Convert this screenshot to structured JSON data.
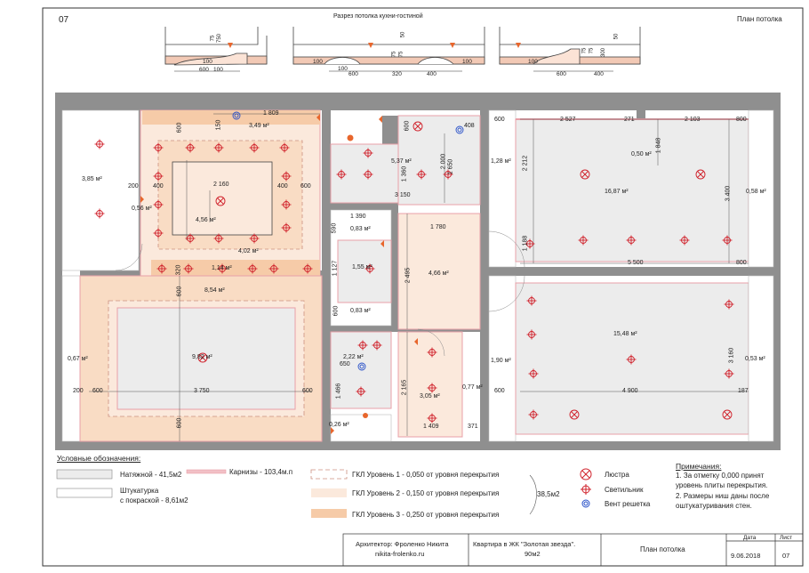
{
  "sheet": {
    "number": "07",
    "header_title": "План потолка",
    "section_title": "Разрез потолка кухни-гостиной"
  },
  "section_dims": {
    "left_block": [
      "75",
      "750",
      "100",
      "600",
      "100"
    ],
    "middle_block": [
      "50",
      "100",
      "75",
      "75",
      "100",
      "100",
      "600",
      "320",
      "400"
    ],
    "right_block": [
      "50",
      "75",
      "75",
      "300",
      "100",
      "600",
      "400"
    ]
  },
  "rooms": {
    "left_strip_area": "3,85 м²",
    "left_strip_dim": "200",
    "left_small_area": "0,56 м²",
    "left_bottom_area": "0,67 м²",
    "bed_top_area": "3,49 м²",
    "bed_top_dim": "1 809",
    "bed_dims": [
      "600",
      "150",
      "400",
      "400",
      "600",
      "2 160",
      "600",
      "320"
    ],
    "bed_inner_area": "4,56 м²",
    "bed_mid_area": "4,02 м²",
    "bed_strip_area": "1,14 м²",
    "living_area": "8,54 м²",
    "living_center_area": "9,82 м²",
    "living_dims": [
      "200",
      "600",
      "3 750",
      "600",
      "600"
    ],
    "bath_top_area": "5,37 м²",
    "bath_top_dims": [
      "600",
      "408",
      "2 000",
      "1 360",
      "1 650",
      "3 150"
    ],
    "hall_dims": [
      "1 390",
      "590",
      "1 127",
      "600",
      "1 780",
      "2 495"
    ],
    "hall_areas": [
      "0,83 м²",
      "1,55 м²",
      "0,83 м²"
    ],
    "hall_main_area": "4,66 м²",
    "wc_area": "2,22 м²",
    "wc_dims": [
      "650",
      "1 466",
      "2 165"
    ],
    "corr_area": "3,05 м²",
    "corr_dims": [
      "1 409",
      "371"
    ],
    "small_bottom_area": "0,26 м²",
    "side_077": "0,77 м²",
    "kitchen_top_left_area": "1,28 м²",
    "kitchen_area": "16,87 м²",
    "kitchen_niche": "0,50 м²",
    "kitchen_dims": [
      "600",
      "2 527",
      "271",
      "2 103",
      "800",
      "2 212",
      "1 848",
      "1 188",
      "5 500",
      "800",
      "3 400"
    ],
    "kitchen_right_area": "0,58 м²",
    "room_br_area": "15,48 м²",
    "room_br_left_area": "1,90 м²",
    "room_br_right_area": "0,53 м²",
    "room_br_dims": [
      "600",
      "4 900",
      "187",
      "3 160"
    ]
  },
  "legend": {
    "title": "Условные обозначения:",
    "stretch": "Натяжной - 41,5м2",
    "plaster_1": "Штукатурка",
    "plaster_2": "с покраской - 8,61м2",
    "cornice": "Карнизы - 103,4м.п",
    "gkl1": "ГКЛ Уровень 1  - 0,050 от уровня перекрытия",
    "gkl2": "ГКЛ Уровень 2  - 0,150 от уровня перекрытия",
    "gkl3": "ГКЛ Уровень 3  - 0,250 от уровня перекрытия",
    "gkl_total": "38,5м2",
    "chandelier": "Люстра",
    "lamp": "Светильник",
    "vent": "Вент решетка"
  },
  "notes": {
    "title": "Примечания:",
    "line1": "1. За отметку 0,000 принят",
    "line2": "уровень плиты перекрытия.",
    "line3": "2. Размеры ниш даны после",
    "line4": "оштукатуривания стен."
  },
  "title_block": {
    "architect": "Архитектор: Фроленко Никита",
    "site": "nikita-frolenko.ru",
    "project_1": "Квартира в ЖК \"Золотая звезда\".",
    "project_2": "90м2",
    "drawing": "План потолка",
    "date_label": "Дата",
    "date": "9.06.2018",
    "sheet_label": "Лист",
    "sheet": "07"
  },
  "colors": {
    "wall": "#8a8a8a",
    "level1": "#fbe9dc",
    "level2": "#f9dcc4",
    "level3": "#f6cba8",
    "stretch": "#ececec",
    "cornice": "#e8a0a8",
    "fixture": "#d0202a",
    "vent": "#2850c8",
    "orange": "#e8662c"
  }
}
